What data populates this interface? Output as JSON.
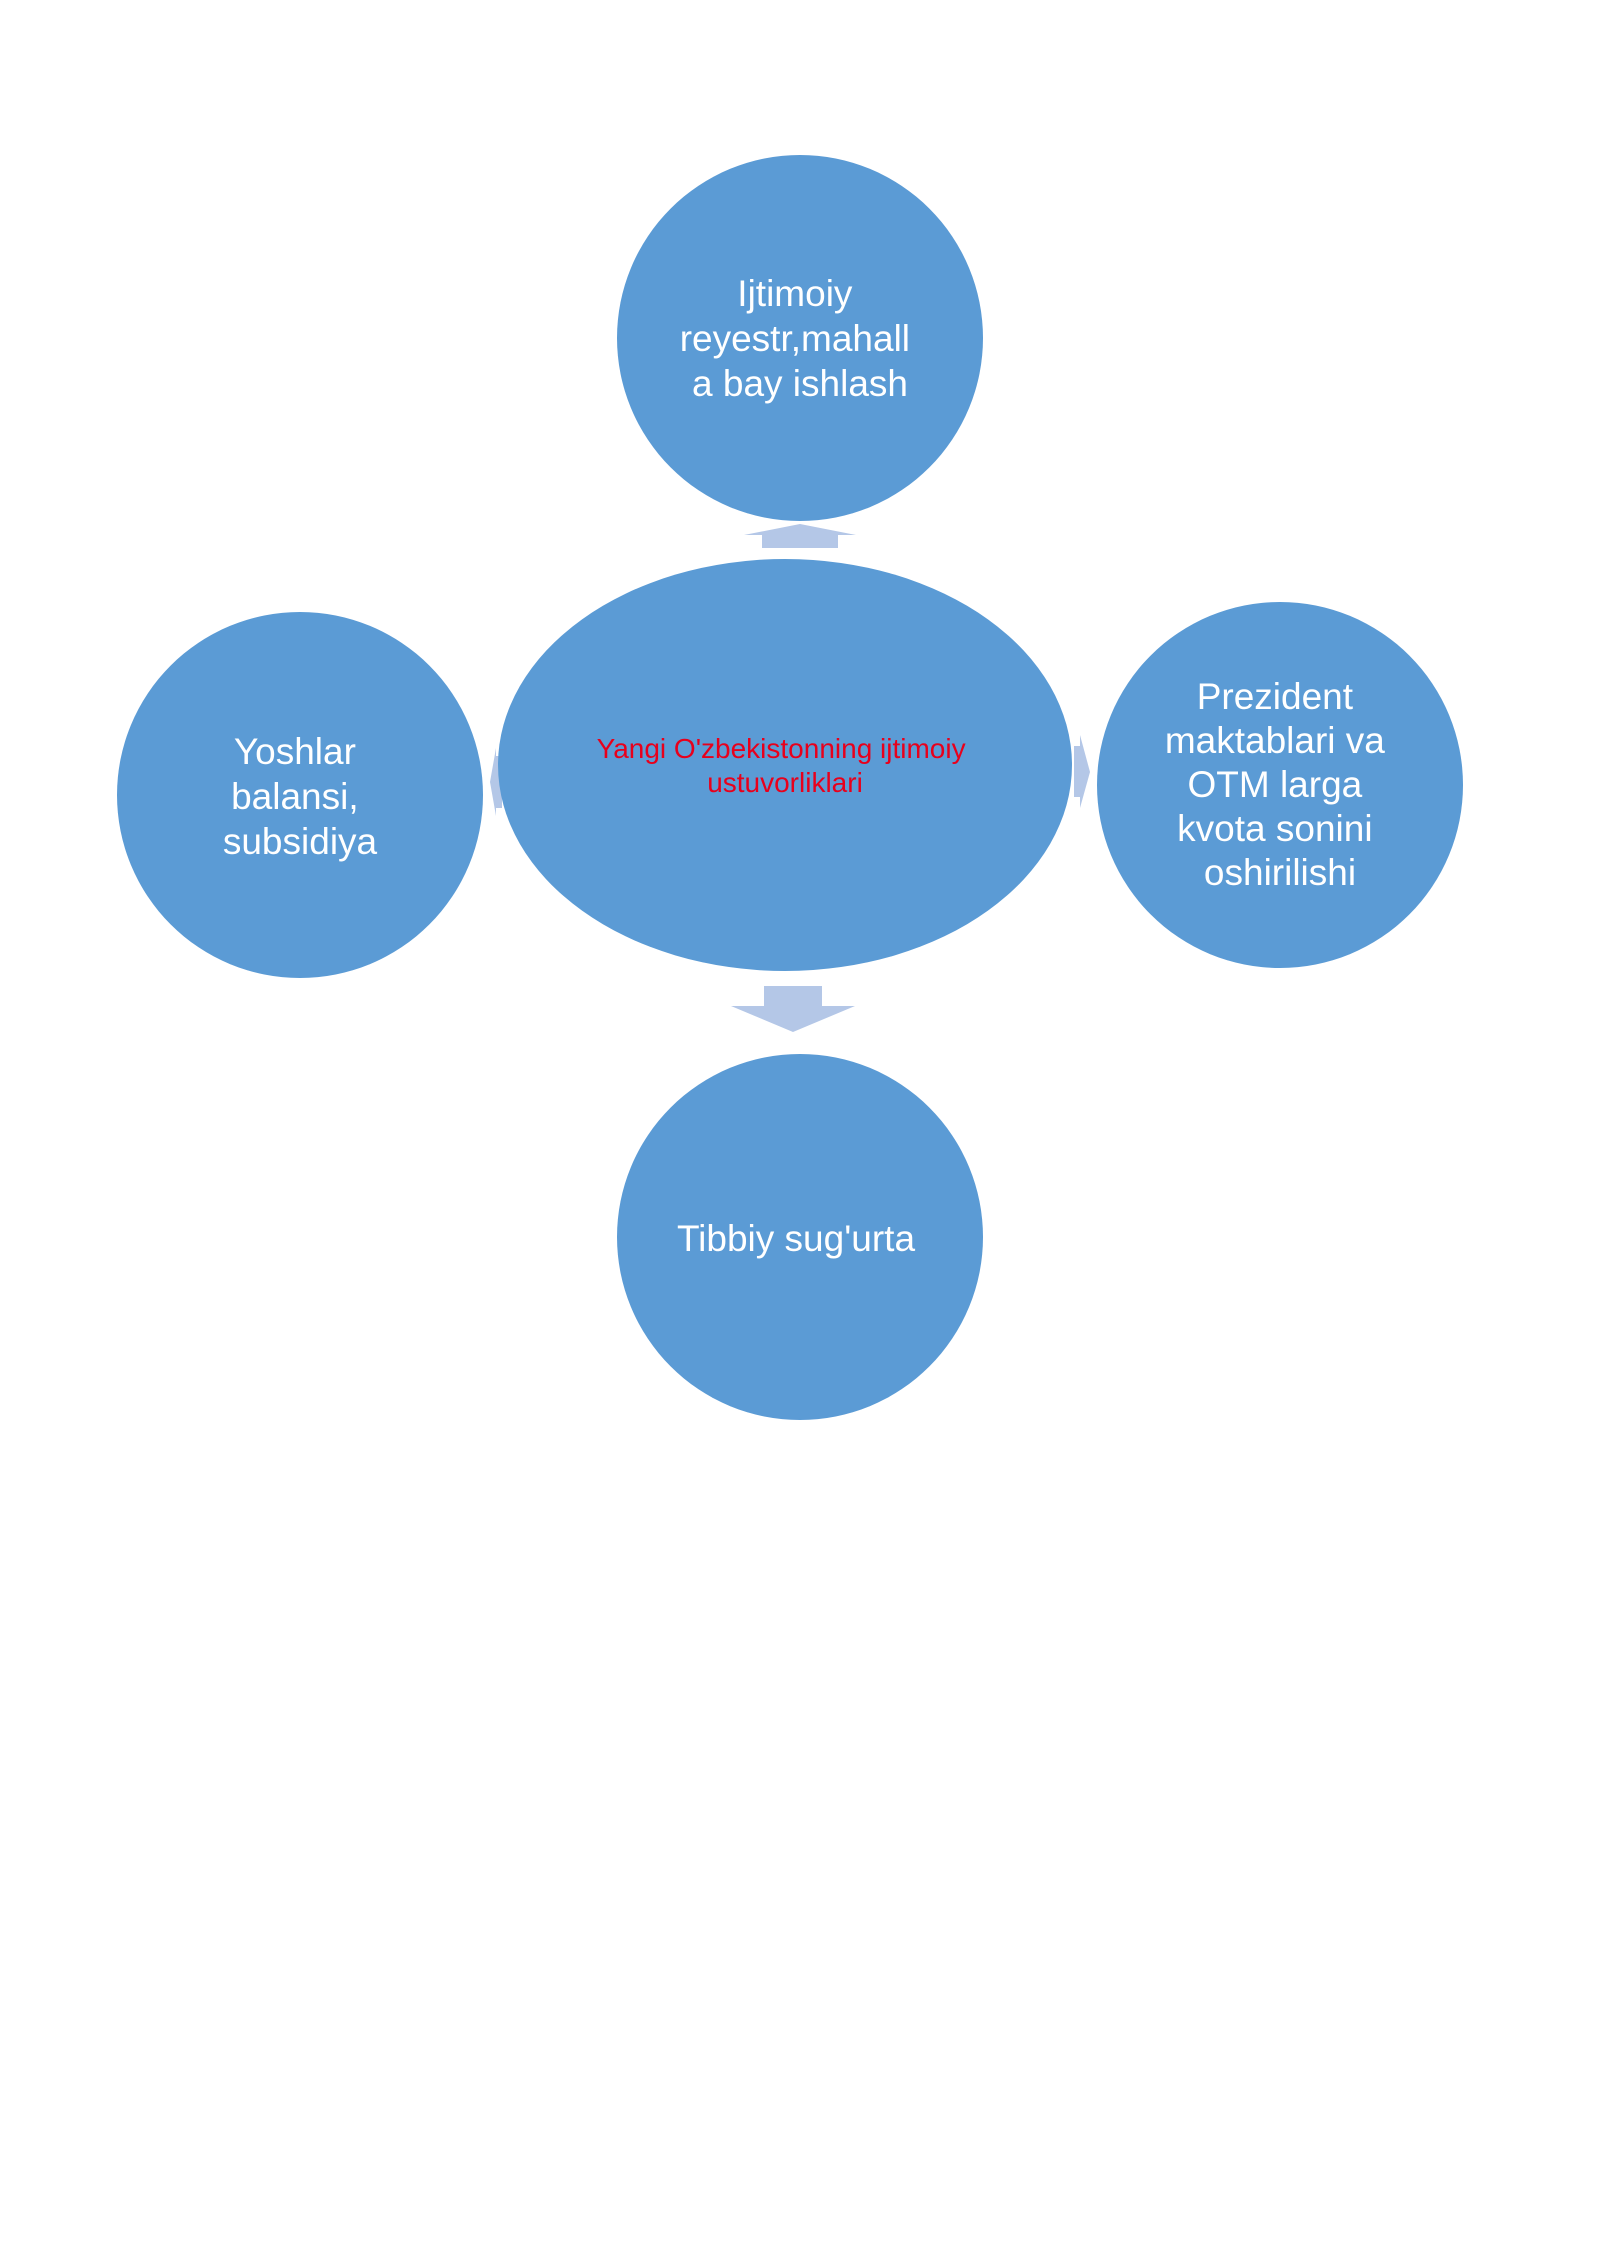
{
  "colors": {
    "node_fill": "#5b9bd5",
    "arrow_fill": "#b4c7e7",
    "node_text": "#ffffff",
    "center_text": "#e8001c",
    "background": "#ffffff"
  },
  "center": {
    "lines": [
      "Yangi O'zbekistonning ijtimoiy",
      "ustuvorliklari"
    ]
  },
  "nodes": {
    "top": {
      "lines": [
        "Ijtimoiy",
        "reyestr,mahall",
        "a bay ishlash"
      ]
    },
    "left": {
      "lines": [
        "Yoshlar",
        "balansi,",
        "subsidiya"
      ]
    },
    "right": {
      "lines": [
        "Prezident",
        "maktablari va",
        "OTM larga",
        "kvota sonini",
        "oshirilishi"
      ]
    },
    "bottom": {
      "lines": [
        "Tibbiy sug'urta"
      ]
    }
  }
}
